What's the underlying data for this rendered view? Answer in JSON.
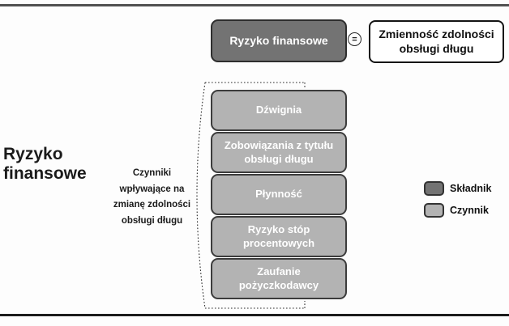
{
  "figure": {
    "title_lines": [
      "Ryzyko",
      "finansowe"
    ],
    "annotation_lines": [
      "Czynniki",
      "wpływające na",
      "zmianę zdolności",
      "obsługi długu"
    ],
    "component_box": {
      "label": "Ryzyko finansowe"
    },
    "equals_symbol": "=",
    "definition_box": {
      "label": "Zmienność zdolności obsługi długu"
    },
    "factors": [
      {
        "label": "Dźwignia"
      },
      {
        "label": "Zobowiązania z tytułu obsługi długu"
      },
      {
        "label": "Płynność"
      },
      {
        "label": "Ryzyko stóp procentowych"
      },
      {
        "label": "Zaufanie pożyczkodawcy"
      }
    ],
    "legend": {
      "items": [
        {
          "label": "Składnik",
          "color": "#737373"
        },
        {
          "label": "Czynnik",
          "color": "#b3b3b3"
        }
      ]
    },
    "colors": {
      "component_fill": "#737373",
      "factor_fill": "#b3b3b3",
      "box_border": "#3c3c3c",
      "top_rule": "#515151",
      "bottom_rule": "#1c1c1c",
      "text_on_box": "#ffffff",
      "text_dark": "#1b1b1b"
    }
  }
}
